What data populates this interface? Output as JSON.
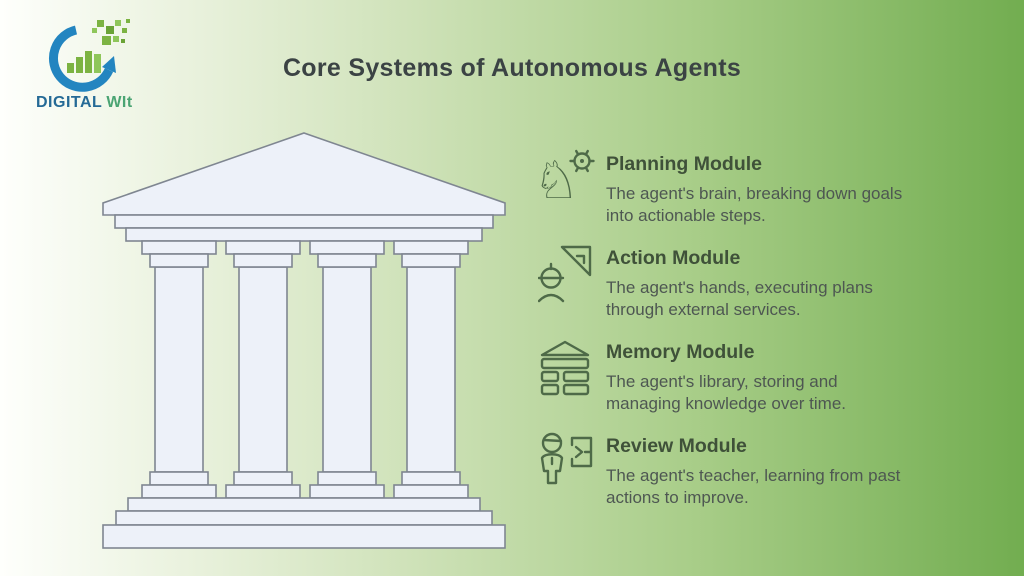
{
  "logo": {
    "brand_primary": "DIGITAL",
    "brand_secondary": "WIt",
    "icon": "digital-wit-logo-icon"
  },
  "title": "Core Systems of Autonomous Agents",
  "illustration": {
    "name": "greek-temple",
    "columns": 4
  },
  "glyphs": {
    "chess_knight": "♘"
  },
  "modules": [
    {
      "name": "Planning Module",
      "description": "The agent's brain, breaking down goals into actionable steps.",
      "icon": "chess-knight-gear-icon"
    },
    {
      "name": "Action Module",
      "description": "The agent's hands, executing plans through external services.",
      "icon": "person-set-square-icon"
    },
    {
      "name": "Memory Module",
      "description": "The agent's library, storing and managing knowledge over time.",
      "icon": "library-building-icon"
    },
    {
      "name": "Review Module",
      "description": "The agent's teacher, learning from past actions to improve.",
      "icon": "person-terminal-board-icon"
    }
  ],
  "colors": {
    "background_left": "#fefffc",
    "background_right": "#72ad50",
    "title_text": "#3b4344",
    "module_heading": "#3f5139",
    "module_description": "#4e5752",
    "icon_stroke": "#4e6a48",
    "temple_fill": "#edf1f9",
    "temple_stroke": "#7f8691",
    "logo_blue": "#2385c0",
    "logo_green": "#7cb342"
  }
}
